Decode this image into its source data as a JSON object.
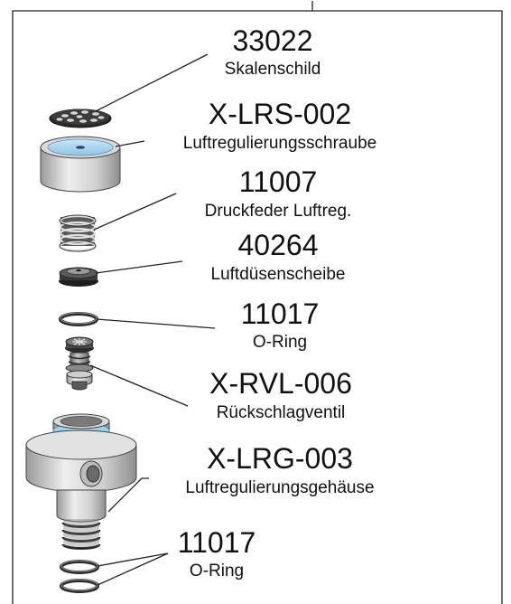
{
  "parts": [
    {
      "number": "33022",
      "name": "Skalenschild",
      "icon": "scale-disc-icon"
    },
    {
      "number": "X-LRS-002",
      "name": "Luftregulierungsschraube",
      "icon": "air-regulating-screw-icon"
    },
    {
      "number": "11007",
      "name": "Druckfeder Luftreg.",
      "icon": "compression-spring-icon"
    },
    {
      "number": "40264",
      "name": "Luftdüsenscheibe",
      "icon": "air-nozzle-disc-icon"
    },
    {
      "number": "11017",
      "name": "O-Ring",
      "icon": "o-ring-icon"
    },
    {
      "number": "X-RVL-006",
      "name": "Rückschlagventil",
      "icon": "check-valve-icon"
    },
    {
      "number": "X-LRG-003",
      "name": "Luftregulierungsgehäuse",
      "icon": "air-regulator-housing-icon"
    },
    {
      "number": "11017",
      "name": "O-Ring",
      "icon": "o-ring-pair-icon"
    }
  ],
  "colors": {
    "frame": "#222222",
    "metal_light": "#e6e6e6",
    "metal_dark": "#8a8a8a",
    "blue_face": "#a9d3f0",
    "rubber": "#2b2b2b"
  }
}
